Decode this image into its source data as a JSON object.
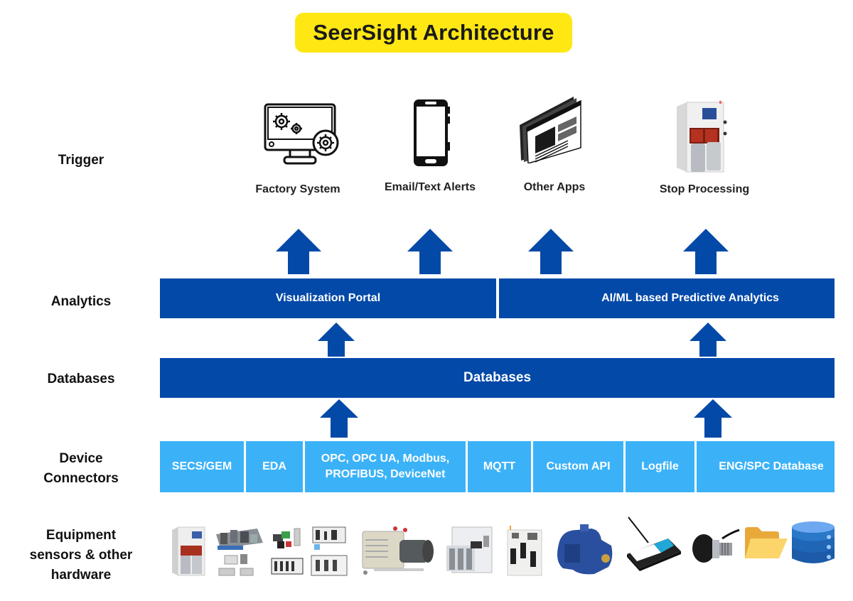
{
  "title": "SeerSight Architecture",
  "colors": {
    "title_bg": "#ffe714",
    "dark_blue": "#0349a8",
    "light_blue": "#3bb2f8",
    "text": "#111111"
  },
  "layers": {
    "trigger": "Trigger",
    "analytics": "Analytics",
    "databases": "Databases",
    "device_connectors_line1": "Device",
    "device_connectors_line2": "Connectors",
    "equipment_line1": "Equipment",
    "equipment_line2": "sensors & other",
    "equipment_line3": "hardware"
  },
  "triggers": [
    {
      "label": "Factory System",
      "icon": "monitor-gears-icon"
    },
    {
      "label": "Email/Text Alerts",
      "icon": "smartphone-icon"
    },
    {
      "label": "Other Apps",
      "icon": "app-windows-icon"
    },
    {
      "label": "Stop Processing",
      "icon": "processing-machine-icon"
    }
  ],
  "analytics": [
    {
      "label": "Visualization Portal"
    },
    {
      "label": "AI/ML based Predictive Analytics"
    }
  ],
  "databases": {
    "label": "Databases"
  },
  "connectors": [
    {
      "label": "SECS/GEM"
    },
    {
      "label": "EDA"
    },
    {
      "label_line1": "OPC, OPC UA, Modbus,",
      "label_line2": "PROFIBUS, DeviceNet"
    },
    {
      "label": "MQTT"
    },
    {
      "label": "Custom API"
    },
    {
      "label": "Logfile"
    },
    {
      "label": "ENG/SPC Database"
    }
  ],
  "equipment": [
    "semiconductor-tool-icon",
    "plc-modules-icon",
    "controller-modules-icon",
    "plc-rack-icon",
    "vacuum-pump-icon",
    "wafer-station-icon",
    "test-chamber-icon",
    "blue-pump-icon",
    "wireless-sensor-icon",
    "pressure-sensor-icon",
    "folder-icon",
    "database-icon"
  ]
}
